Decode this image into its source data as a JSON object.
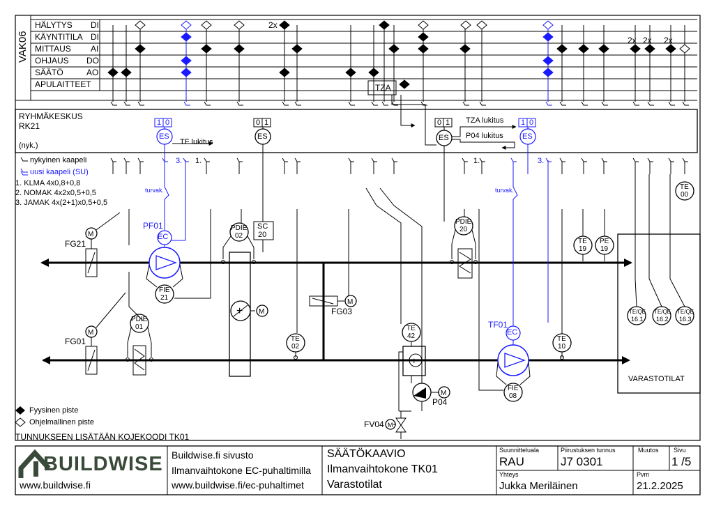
{
  "header": {
    "vak_label": "VAK06",
    "signal_rows": [
      {
        "name": "HÄLYTYS",
        "code": "DI"
      },
      {
        "name": "KÄYNTITILA",
        "code": "DI"
      },
      {
        "name": "MITTAUS",
        "code": "AI"
      },
      {
        "name": "OHJAUS",
        "code": "DO"
      },
      {
        "name": "SÄÄTÖ",
        "code": "AO"
      },
      {
        "name": "APULAITTEET",
        "code": ""
      }
    ],
    "multipliers": [
      "2x",
      "2x",
      "2x",
      "2x"
    ],
    "tza_label": "TZA"
  },
  "rk": {
    "title": "RYHMÄKESKUS",
    "code": "RK21",
    "note": "(nyk.)",
    "switch_10": [
      "1",
      "0"
    ],
    "switch_01": [
      "0",
      "1"
    ],
    "es": "ES",
    "tf_lukitus": "TF lukitus",
    "tza_lukitus": "TZA lukitus",
    "p04_lukitus": "P04 lukitus"
  },
  "legend": {
    "old_cable": "nykyinen kaapeli",
    "new_cable": "uusi kaapeli (SU)",
    "cables": [
      "1. KLMA 4x0,8+0,8",
      "2. NOMAK 4x2x0,5+0,5",
      "3. JAMAK 4x(2+1)x0,5+0,5"
    ],
    "physical": "Fyysinen piste",
    "software": "Ohjelmallinen piste",
    "note": "TUNNUKSEEN LISÄTÄÄN KOJEKOODI TK01"
  },
  "cable_marks": [
    "3.",
    "1.",
    "1.",
    "3."
  ],
  "devices": {
    "fg21": "FG21",
    "fg01": "FG01",
    "fg03": "FG03",
    "pf01": "PF01",
    "tf01": "TF01",
    "ec": "EC",
    "m": "M",
    "turvak": "turvak.",
    "pdie02": [
      "PDIE",
      "02"
    ],
    "sc20": [
      "SC",
      "20"
    ],
    "pdie20": [
      "PDIE",
      "20"
    ],
    "te19": [
      "TE",
      "19"
    ],
    "pe19": [
      "PE",
      "19"
    ],
    "te00": [
      "TE",
      "00"
    ],
    "fie21": [
      "FIE",
      "21"
    ],
    "pdie01": [
      "PDIE",
      "01"
    ],
    "te02": [
      "TE",
      "02"
    ],
    "te42": [
      "TE",
      "42"
    ],
    "p04": "P04",
    "fv04": "FV04",
    "fie08": [
      "FIE",
      "08"
    ],
    "te10": [
      "TE",
      "10"
    ],
    "teqe": [
      [
        "TE/QE",
        "16.1"
      ],
      [
        "TE/QE",
        "16.2"
      ],
      [
        "TE/QE",
        "16.3"
      ]
    ],
    "varastotilat": "VARASTOTILAT"
  },
  "titleblock": {
    "logo": "BUILDWISE",
    "site": "www.buildwise.fi",
    "info": [
      "Buildwise.fi sivusto",
      "Ilmanvaihtokone EC-puhaltimilla",
      "www.buildwise.fi/ec-puhaltimet"
    ],
    "drawing": [
      "SÄÄTÖKAAVIO",
      "Ilmanvaihtokone TK01",
      "Varastotilat"
    ],
    "suunnittelual_label": "Suunnitteluala",
    "suunnittelual": "RAU",
    "tunnus_label": "Piirustuksen tunnus",
    "tunnus": "J7 0301",
    "muutos_label": "Muutos",
    "sivu_label": "Sivu",
    "sivu": "1 /5",
    "yhteys_label": "Yhteys",
    "yhteys": "Jukka Meriläinen",
    "pvm_label": "Pvm",
    "pvm": "21.2.2025"
  }
}
